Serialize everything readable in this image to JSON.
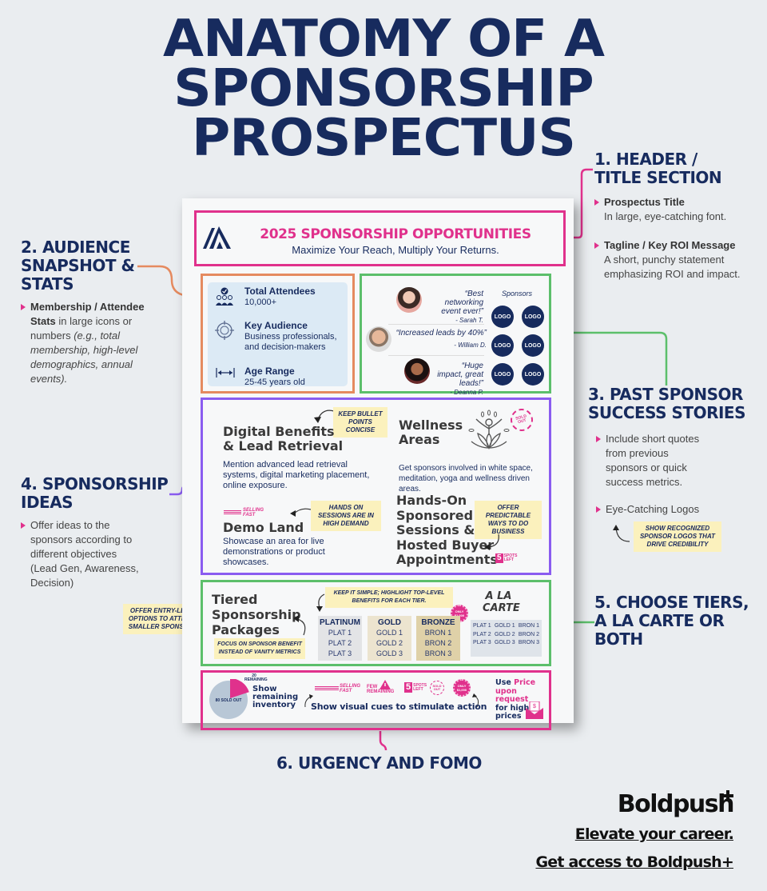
{
  "title": {
    "line1": "ANATOMY OF A",
    "line2": "SPONSORSHIP",
    "line3": "PROSPECTUS"
  },
  "colors": {
    "navy": "#172b5e",
    "pink": "#e0318c",
    "orange": "#e58a5f",
    "green": "#5cbf6b",
    "purple": "#8a5cf0",
    "note_yellow": "#fbf1bd"
  },
  "sections": {
    "s1": {
      "heading_l1": "1. HEADER /",
      "heading_l2": "TITLE SECTION",
      "b1_title": "Prospectus Title",
      "b1_text": "In large, eye-catching font.",
      "b2_title": "Tagline / Key ROI Message",
      "b2_text1": "A short, punchy statement",
      "b2_text2": "emphasizing ROI and impact."
    },
    "s2": {
      "heading_l1": "2. AUDIENCE",
      "heading_l2": "SNAPSHOT &",
      "heading_l3": "STATS",
      "b1_bold1": "Membership / Attendee",
      "b1_bold2": "Stats",
      "b1_text": " in large icons or numbers ",
      "b1_italic": "(e.g., total membership, high-level demographics, annual events)."
    },
    "s3": {
      "heading_l1": "3. PAST SPONSOR",
      "heading_l2": "SUCCESS STORIES",
      "b1": "Include short quotes from previous sponsors or quick success metrics.",
      "b2": "Eye-Catching Logos",
      "note": "SHOW RECOGNIZED SPONSOR LOGOS THAT DRIVE CREDIBILITY"
    },
    "s4": {
      "heading_l1": "4. SPONSORSHIP",
      "heading_l2": "IDEAS",
      "b1": "Offer ideas to the sponsors according to different objectives (Lead Gen, Awareness, Decision)",
      "note": "OFFER ENTRY-LEVEL OPTIONS TO ATTRACT SMALLER SPONSORS."
    },
    "s5": {
      "heading_l1": "5. CHOOSE TIERS,",
      "heading_l2": "A LA CARTE OR",
      "heading_l3": "BOTH"
    },
    "s6": {
      "heading": "6. URGENCY AND FOMO"
    }
  },
  "prospectus": {
    "header": {
      "title": "2025 SPONSORSHIP OPPORTUNITIES",
      "tagline": "Maximize Your Reach, Multiply Your Returns."
    },
    "stats": [
      {
        "icon": "attendees-icon",
        "label": "Total Attendees",
        "value": "10,000+"
      },
      {
        "icon": "target-audience-icon",
        "label": "Key Audience",
        "value": "Business professionals, and decision-makers"
      },
      {
        "icon": "range-arrow-icon",
        "label": "Age Range",
        "value": "25-45 years old"
      }
    ],
    "testimonials": [
      {
        "quote": "“Best networking event ever!”",
        "author": "- Sarah T."
      },
      {
        "quote": "“Increased leads by 40%”",
        "author": "- William D."
      },
      {
        "quote": "“Huge impact, great leads!”",
        "author": "- Deanna P."
      }
    ],
    "sponsors_label": "Sponsors",
    "logo_label": "LOGO",
    "ideas": {
      "digital_title_l1": "Digital Benefits",
      "digital_title_l2": "& Lead Retrieval",
      "digital_text": "Mention advanced lead retrieval systems, digital marketing placement, online exposure.",
      "digital_note": "KEEP BULLET POINTS CONCISE",
      "wellness_title_l1": "Wellness",
      "wellness_title_l2": "Areas",
      "wellness_text": "Get sponsors involved in white space, meditation, yoga and wellness driven areas.",
      "sold_out_stamp": "SOLD OUT",
      "demo_title": "Demo Land",
      "demo_text": "Showcase an area for live demonstrations or product showcases.",
      "demo_note": "HANDS ON SESSIONS ARE IN HIGH DEMAND",
      "selling_fast": "SELLING FAST",
      "handson_title": [
        "Hands-On",
        "Sponsored",
        "Sessions &",
        "Hosted Buyer",
        "Appointments"
      ],
      "handson_note": "OFFER PREDICTABLE WAYS TO DO BUSINESS",
      "spots_num": "5",
      "spots_label": "SPOTS LEFT"
    },
    "tiers": {
      "title_l1": "Tiered",
      "title_l2": "Sponsorship",
      "title_l3": "Packages",
      "note_top": "KEEP IT SIMPLE; HIGHLIGHT TOP-LEVEL BENEFITS FOR EACH TIER.",
      "note_bottom": "FOCUS ON SPONSOR BENEFIT INSTEAD OF VANITY METRICS",
      "columns": [
        {
          "name": "PLATINUM",
          "items": [
            "PLAT 1",
            "PLAT 2",
            "PLAT 3"
          ]
        },
        {
          "name": "GOLD",
          "items": [
            "GOLD 1",
            "GOLD 2",
            "GOLD 3"
          ]
        },
        {
          "name": "BRONZE",
          "items": [
            "BRON 1",
            "BRON 2",
            "BRON 3"
          ]
        }
      ],
      "price_badge": "ONLY $1,000",
      "alacarte_l1": "A LA",
      "alacarte_l2": "CARTE",
      "alacarte_rows": [
        [
          "PLAT 1",
          "GOLD 1",
          "BRON 1"
        ],
        [
          "PLAT 2",
          "GOLD 2",
          "BRON 2"
        ],
        [
          "PLAT 3",
          "GOLD 3",
          "BRON 3"
        ]
      ]
    },
    "urgency": {
      "remaining_label": "20 REMAINING",
      "sold_label": "80 SOLD OUT",
      "inventory_remaining_fraction": 0.2,
      "inventory_l1": "Show",
      "inventory_l2": "remaining",
      "inventory_l3": "inventory",
      "selling_fast": "SELLING FAST",
      "few_remaining": "FEW REMAINING",
      "spots_num": "5",
      "spots_label": "SPOTS LEFT",
      "sold_out": "SOLD OUT",
      "price_badge": "ONLY $1,000",
      "cues_text": "Show visual cues to stimulate action",
      "price_use": "Use ",
      "price_word": "Price",
      "price_l2": "upon request",
      "price_l3": "for high",
      "price_l4": "prices"
    }
  },
  "brand": {
    "logo_text": "Boldpush",
    "link1": "Elevate your career.",
    "link2": "Get access to Boldpush+"
  }
}
